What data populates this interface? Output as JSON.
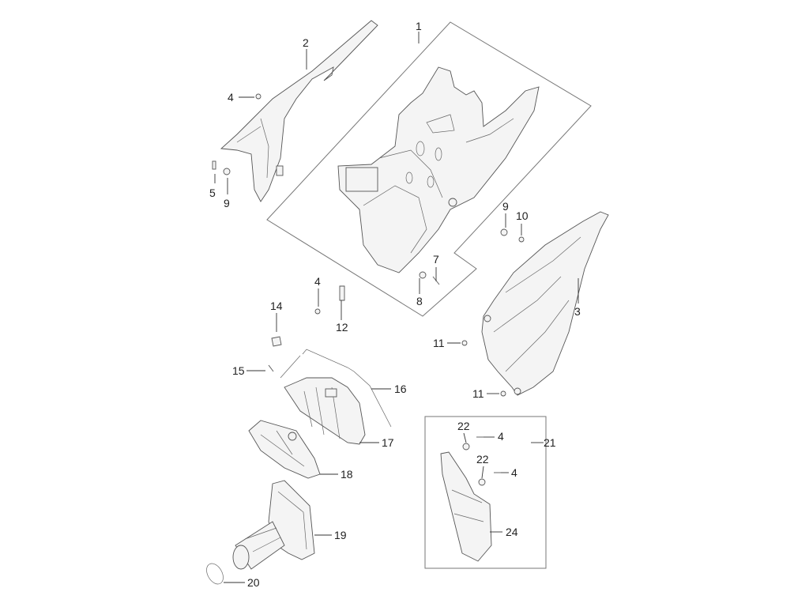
{
  "diagram": {
    "callouts": {
      "c1": "1",
      "c2": "2",
      "c3": "3",
      "c4a": "4",
      "c4b": "4",
      "c4c": "4",
      "c4d": "4",
      "c5": "5",
      "c7": "7",
      "c8": "8",
      "c9a": "9",
      "c9b": "9",
      "c10": "10",
      "c11a": "11",
      "c11b": "11",
      "c12": "12",
      "c14": "14",
      "c15": "15",
      "c16": "16",
      "c17": "17",
      "c18": "18",
      "c19": "19",
      "c20": "20",
      "c21": "21",
      "c22a": "22",
      "c22b": "22",
      "c24": "24"
    },
    "colors": {
      "line": "#555555",
      "fill": "#f4f4f4",
      "text": "#222222"
    }
  }
}
